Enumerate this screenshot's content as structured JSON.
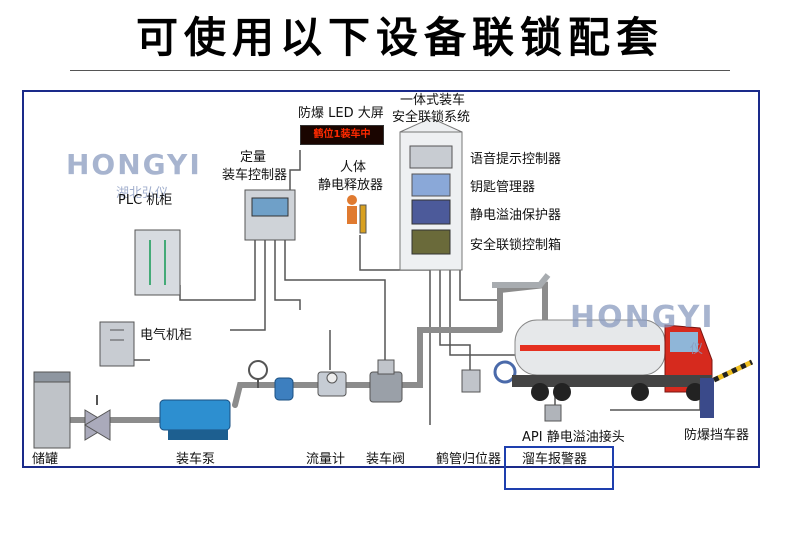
{
  "title": "可使用以下设备联锁配套",
  "logo": {
    "text": "HONGYI",
    "subtext": "湖北弘仪",
    "subtext_right": "仪"
  },
  "screen": {
    "text": "鹤位1装车中"
  },
  "labels": {
    "led_screen": "防爆 LED 大屏",
    "integrated_1": "一体式装车",
    "integrated_2": "安全联锁系统",
    "fixed_1": "定量",
    "fixed_2": "装车控制器",
    "human_1": "人体",
    "human_2": "静电释放器",
    "plc": "PLC 机柜",
    "voice": "语音提示控制器",
    "key": "钥匙管理器",
    "static_overflow": "静电溢油保护器",
    "interlock_box": "安全联锁控制箱",
    "electric": "电气机柜",
    "tank": "储罐",
    "pump": "装车泵",
    "flowmeter": "流量计",
    "valve": "装车阀",
    "crane": "鹤管归位器",
    "api": "API 静电溢油接头",
    "roll_alarm": "溜车报警器",
    "blocker": "防爆挡车器"
  },
  "colors": {
    "frame": "#1a2a8a",
    "highlight": "#1e3fae",
    "pipe": "#8c8c8c",
    "wire": "#555555"
  }
}
